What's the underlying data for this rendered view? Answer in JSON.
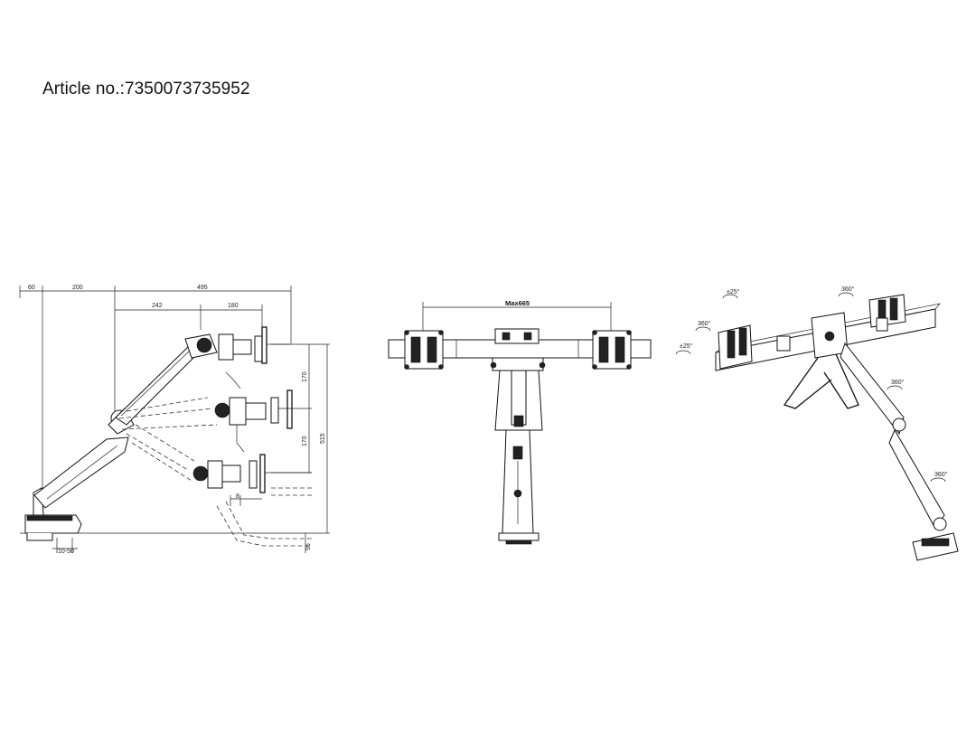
{
  "article": {
    "label": "Article no.:7350073735952"
  },
  "side_view": {
    "dims": {
      "d60": "60",
      "d200": "200",
      "d495": "495",
      "d242": "242",
      "d180": "180",
      "d170a": "170",
      "d170b": "170",
      "d515": "515",
      "d8": "8",
      "d95": "95",
      "d1050": "10-50"
    }
  },
  "front_view": {
    "dims": {
      "max": "Max665"
    }
  },
  "iso_view": {
    "angles": {
      "a1": "±25°",
      "a2": "360°",
      "a3": "±25°",
      "a4": "360°",
      "a5": "360°",
      "a6": "360°"
    }
  }
}
